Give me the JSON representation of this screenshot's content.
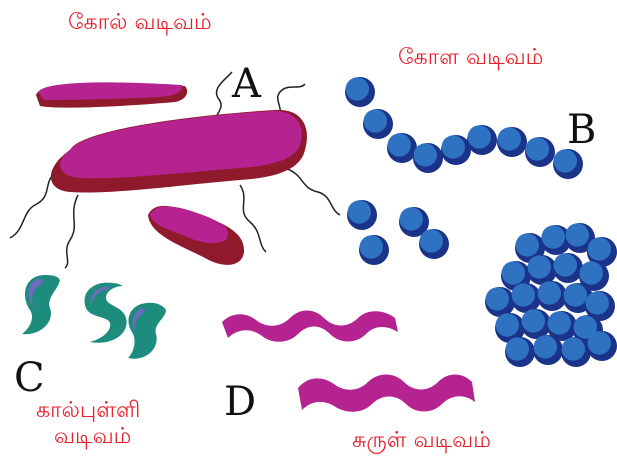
{
  "labels": {
    "rod": "கோல் வடிவம்",
    "coccus": "கோள வடிவம்",
    "comma_line1": "கால்புள்ளி",
    "comma_line2": "வடிவம்",
    "spiral": "சுருள் வடிவம்"
  },
  "letters": {
    "a": "A",
    "b": "B",
    "c": "C",
    "d": "D"
  },
  "colors": {
    "label_red": "#e8202a",
    "rod_magenta": "#b4238f",
    "rod_shadow": "#8e1a2c",
    "coccus_blue_light": "#2f72c2",
    "coccus_blue_dark": "#1b3388",
    "vibrio_teal": "#1d8c7d",
    "vibrio_purple": "#6d6cbc"
  }
}
